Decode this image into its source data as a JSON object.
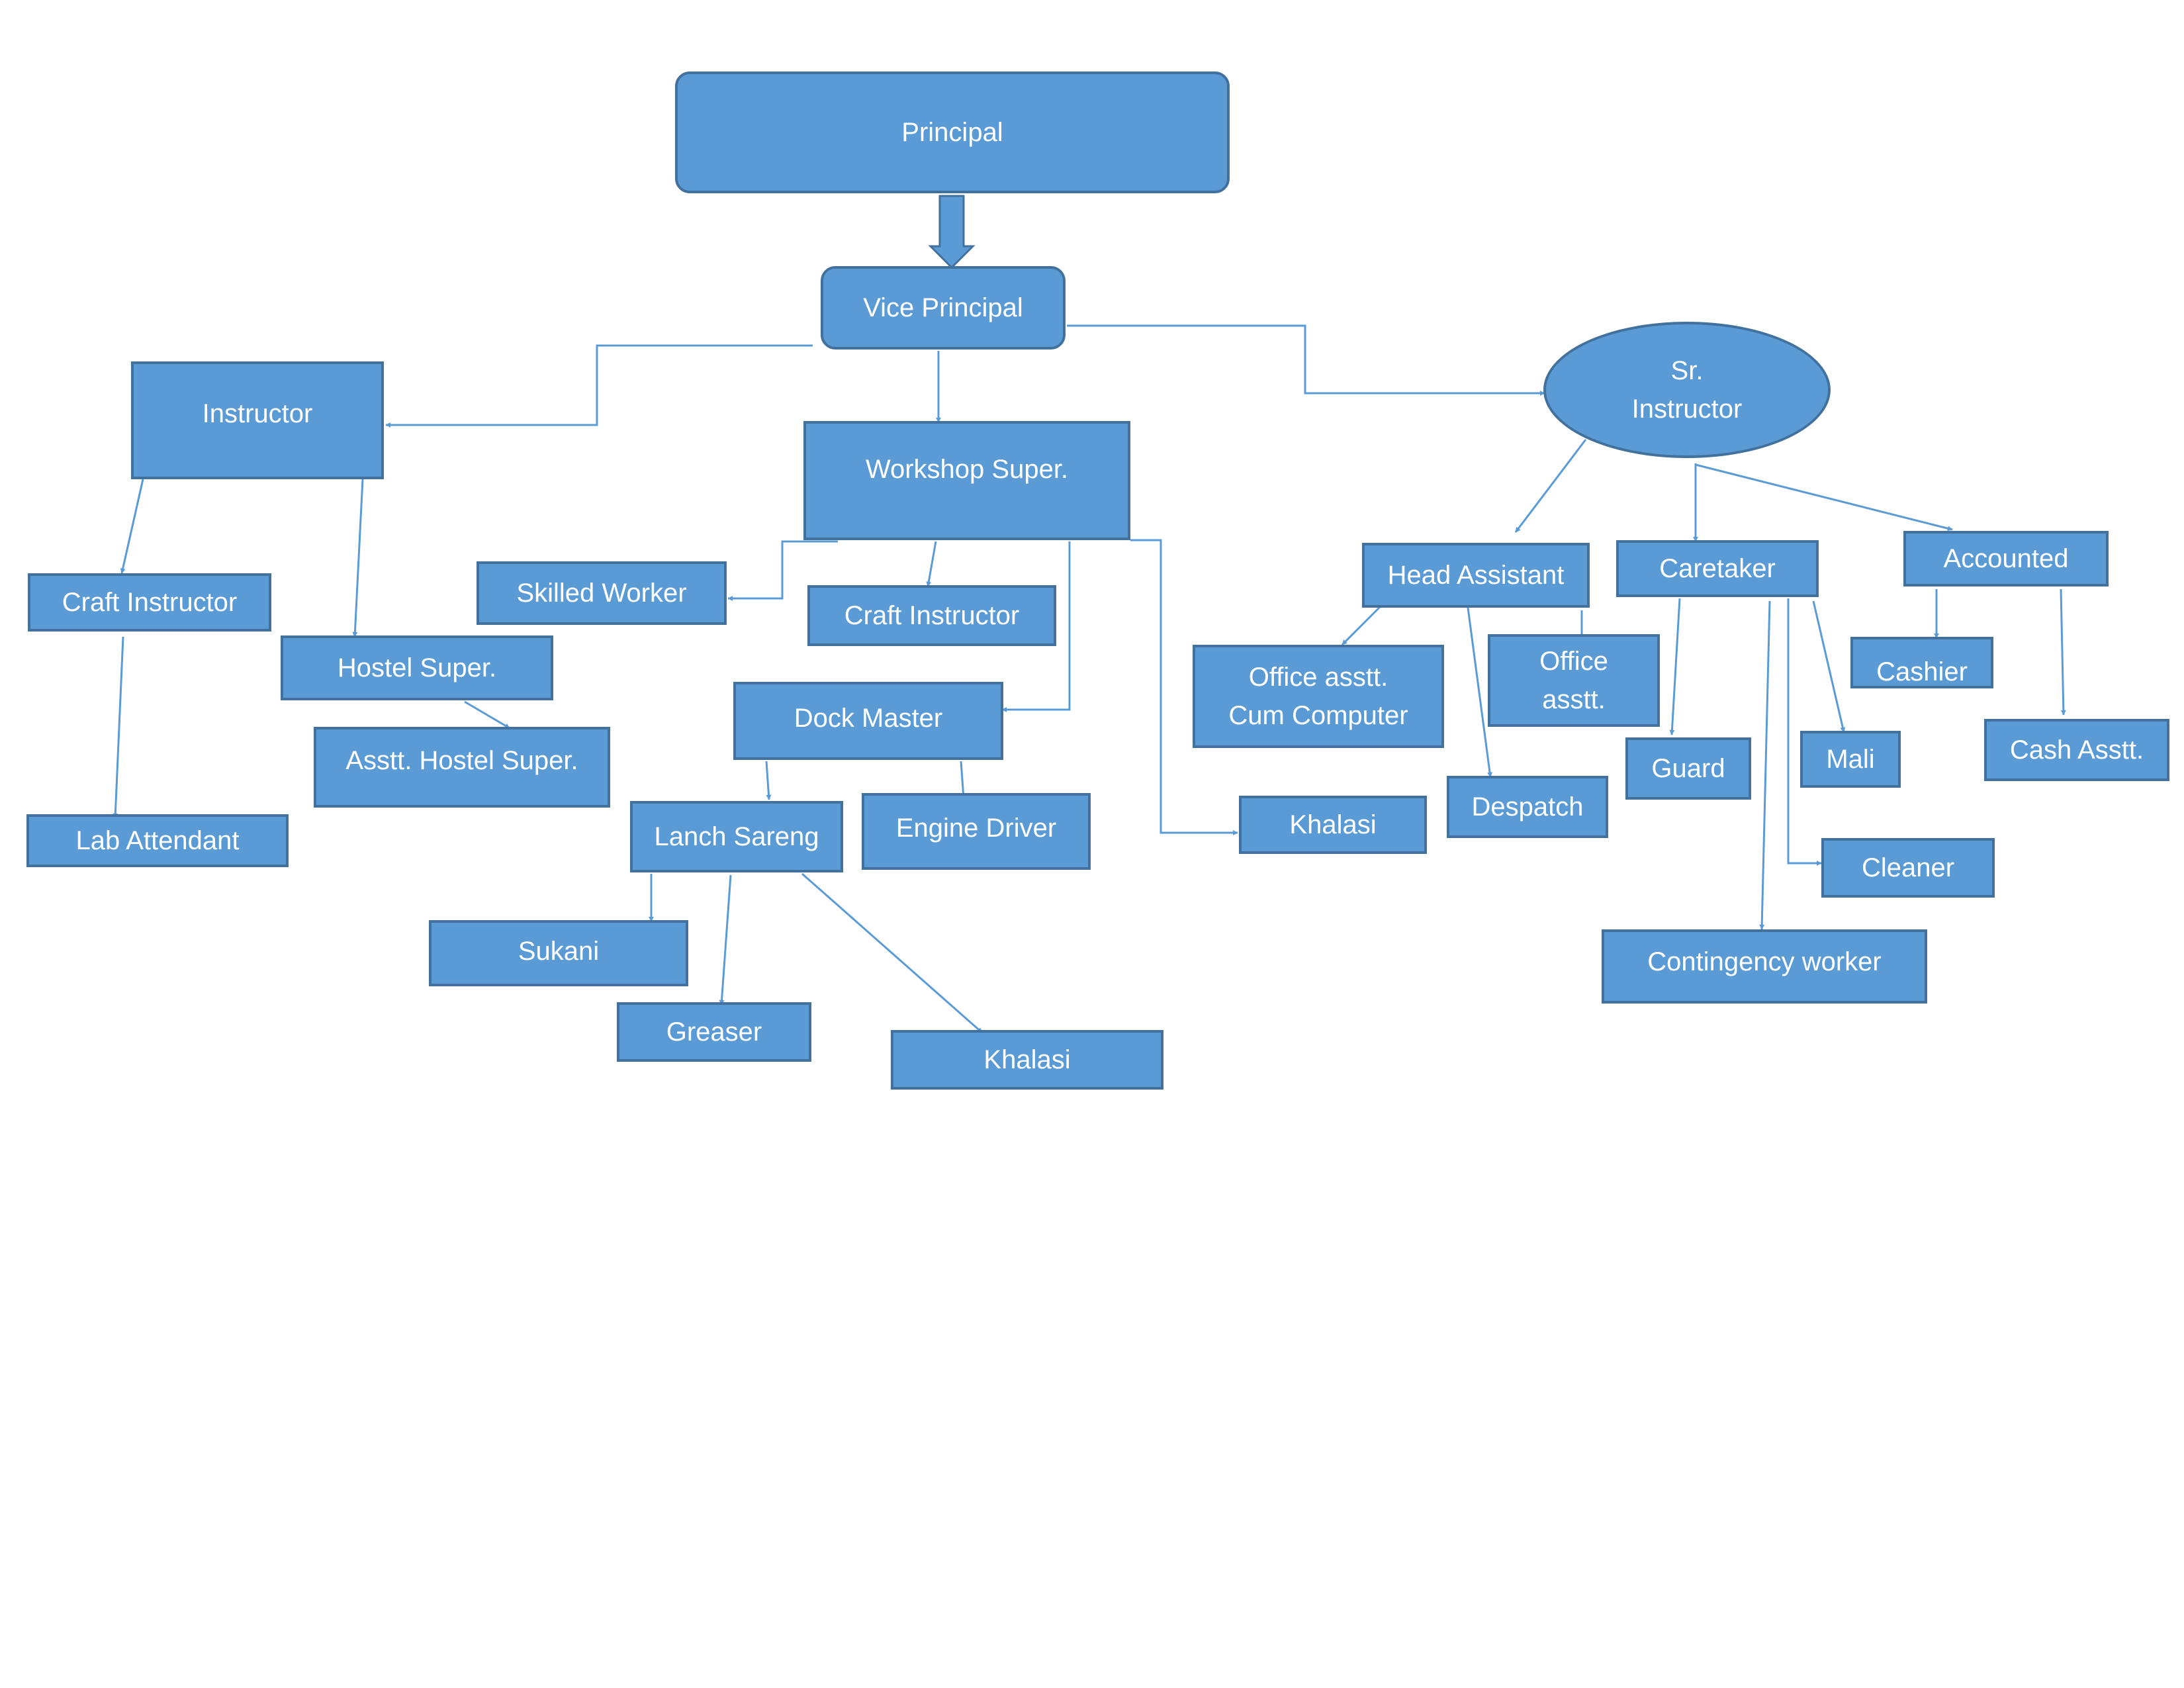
{
  "nodes": {
    "principal": "Principal",
    "vice_principal": "Vice Principal",
    "instructor": "Instructor",
    "workshop_super": "Workshop Super.",
    "sr_instructor": "Sr.\nInstructor",
    "craft_instructor_left": "Craft Instructor",
    "hostel_super": "Hostel Super.",
    "asstt_hostel_super": "Asstt. Hostel Super.",
    "lab_attendant": "Lab Attendant",
    "skilled_worker": "Skilled Worker",
    "craft_instructor_mid": "Craft Instructor",
    "dock_master": "Dock Master",
    "lanch_sareng": "Lanch Sareng",
    "engine_driver": "Engine Driver",
    "khalasi_mid": "Khalasi",
    "sukani": "Sukani",
    "greaser": "Greaser",
    "khalasi_bottom": "Khalasi",
    "head_assistant": "Head Assistant",
    "office_asstt_cum_computer": "Office asstt.\nCum Computer",
    "office_asstt": "Office\nasstt.",
    "despatch": "Despatch",
    "caretaker": "Caretaker",
    "guard": "Guard",
    "mali": "Mali",
    "cleaner": "Cleaner",
    "contingency_worker": "Contingency worker",
    "accounted": "Accounted",
    "cashier": "Cashier",
    "cash_asstt": "Cash Asstt."
  },
  "colors": {
    "node_fill": "#5b9bd5",
    "node_border": "#41719c",
    "connector": "#5b9bd5",
    "text": "#ffffff"
  }
}
